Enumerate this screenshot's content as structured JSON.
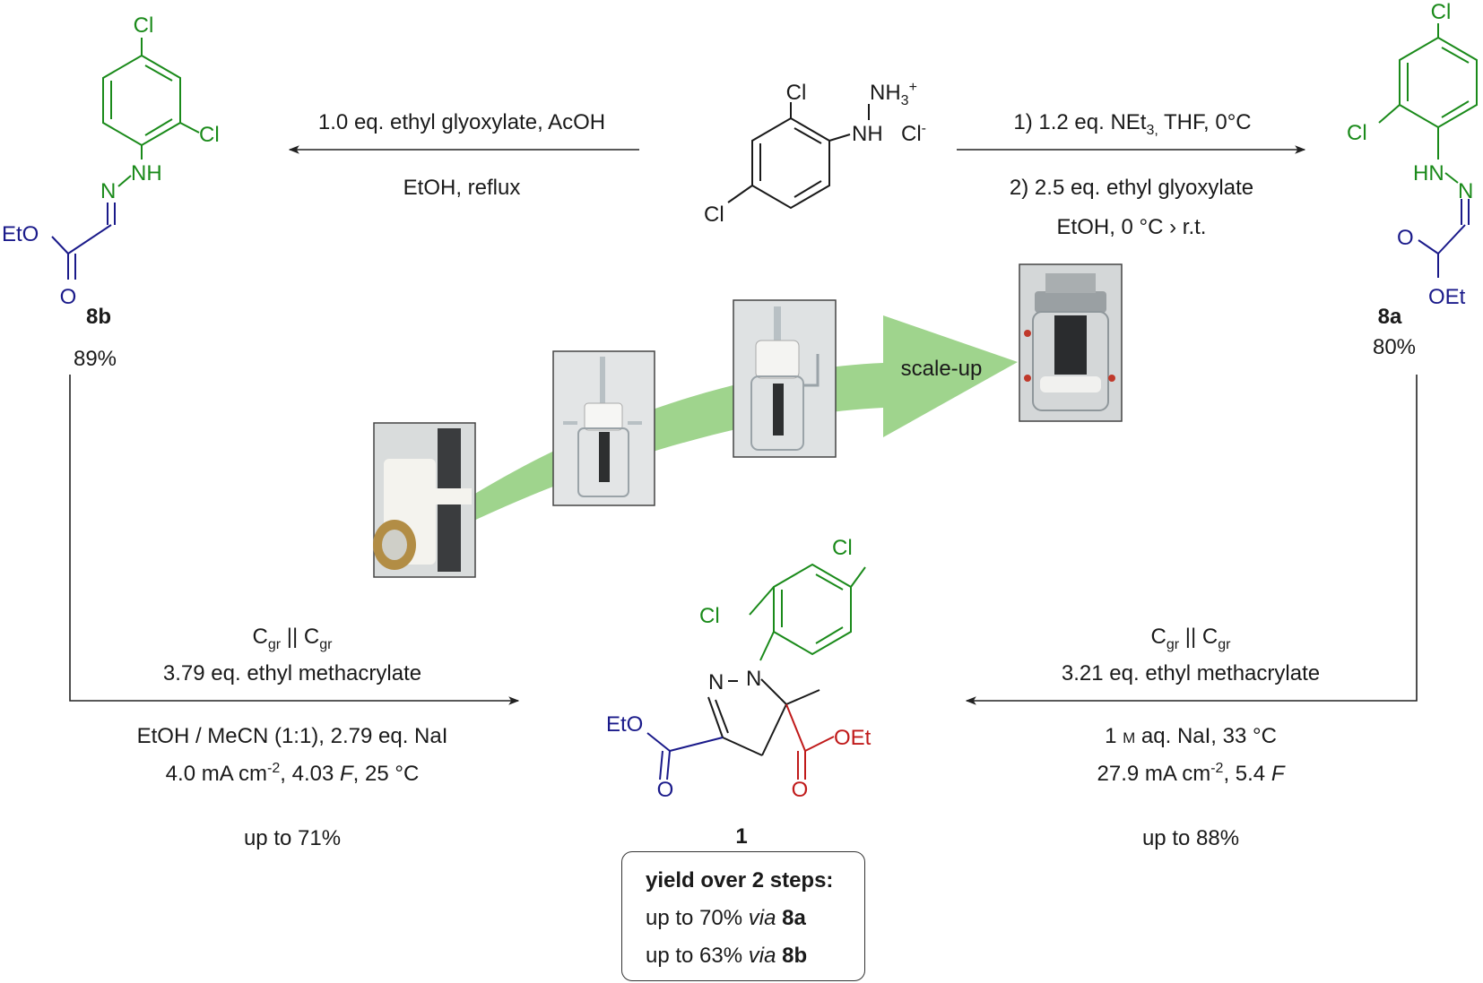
{
  "colors": {
    "aryl": "#1a8a1a",
    "ester_blue": "#1a1a8a",
    "ester_red": "#c01a1a",
    "arrow_green": "#99d38a",
    "text": "#1a1a1a"
  },
  "start": {
    "cl_top": "Cl",
    "cl_bottom": "Cl",
    "nh": "NH",
    "nh3": "NH",
    "nh3_sub": "3",
    "nh3_sup": "+",
    "chloride": "Cl",
    "chloride_sup": "-"
  },
  "left_reaction": {
    "line1": "1.0 eq. ethyl glyoxylate, AcOH",
    "line2": "EtOH, reflux"
  },
  "right_reaction": {
    "line1_pre": "1) 1.2 eq. NEt",
    "line1_sub": "3,",
    "line1_post": " THF, 0°C",
    "line2": "2) 2.5 eq. ethyl glyoxylate",
    "line3": "EtOH, 0 °C › r.t."
  },
  "compound_8b": {
    "cl_top": "Cl",
    "cl_ortho": "Cl",
    "nh": "NH",
    "n": "N",
    "eto": "EtO",
    "o": "O",
    "label": "8b",
    "yield": "89%"
  },
  "compound_8a": {
    "cl_top": "Cl",
    "cl_ortho": "Cl",
    "hn": "HN",
    "n": "N",
    "o": "O",
    "oet": "OEt",
    "label": "8a",
    "yield": "80%"
  },
  "scale_up": "scale-up",
  "left_conditions": {
    "electrodes_c": "C",
    "electrodes_sub": "gr",
    "electrodes_sep": " || ",
    "reagent": "3.79 eq. ethyl methacrylate",
    "solvent": "EtOH / MeCN (1:1), 2.79 eq. NaI",
    "current_pre": "4.0 mA cm",
    "current_sup": "-2",
    "current_mid": ", 4.03 ",
    "current_f": "F",
    "current_post": ", 25 °C",
    "yield": "up to 71%"
  },
  "right_conditions": {
    "electrodes_c": "C",
    "electrodes_sub": "gr",
    "electrodes_sep": " || ",
    "reagent": "3.21 eq. ethyl methacrylate",
    "solvent_pre": "1 ",
    "solvent_m": "M",
    "solvent_post": " aq. NaI, 33 °C",
    "current_pre": "27.9 mA cm",
    "current_sup": "-2",
    "current_mid": ", 5.4 ",
    "current_f": "F",
    "yield": "up to 88%"
  },
  "product": {
    "cl_top": "Cl",
    "cl_ortho": "Cl",
    "n1": "N",
    "n2": "N",
    "eto": "EtO",
    "oet": "OEt",
    "o_left": "O",
    "o_right": "O",
    "label": "1"
  },
  "summary": {
    "heading": "yield over 2 steps:",
    "row1_pre": "up to 70% ",
    "row1_via": "via",
    "row1_cmp": "8a",
    "row2_pre": "up to 63% ",
    "row2_via": "via",
    "row2_cmp": "8b"
  }
}
